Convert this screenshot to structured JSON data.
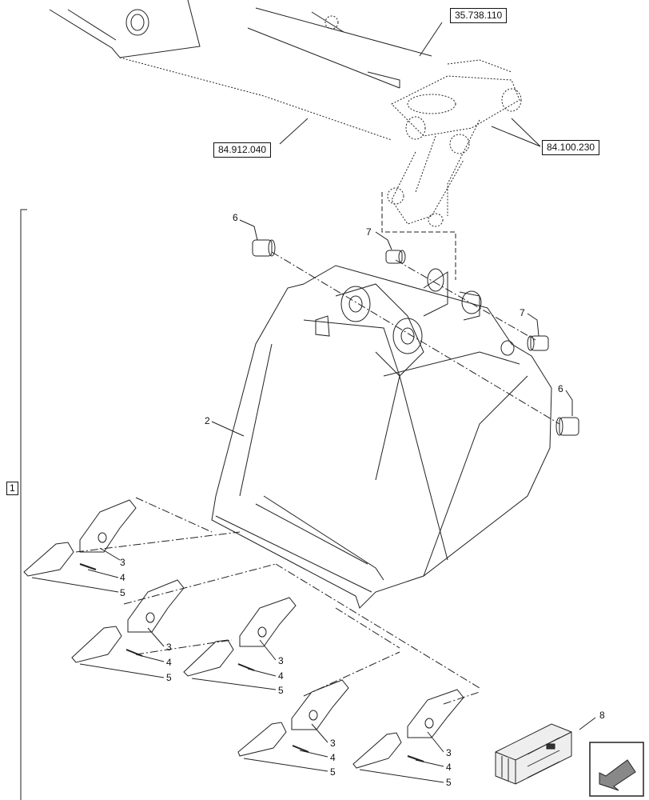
{
  "references": {
    "ref_top": "35.738.110",
    "ref_left": "84.912.040",
    "ref_right": "84.100.230"
  },
  "group_label": "1",
  "callouts": {
    "c2": "2",
    "c6a": "6",
    "c6b": "6",
    "c7a": "7",
    "c7b": "7",
    "c8": "8",
    "t1": {
      "a": "3",
      "b": "4",
      "c": "5"
    },
    "t2": {
      "a": "3",
      "b": "4",
      "c": "5"
    },
    "t3": {
      "a": "3",
      "b": "4",
      "c": "5"
    },
    "t4": {
      "a": "3",
      "b": "4",
      "c": "5"
    },
    "t5": {
      "a": "3",
      "b": "4",
      "c": "5"
    }
  },
  "icons": {
    "kit_box": "crate-icon",
    "nav": "arrow-icon"
  }
}
